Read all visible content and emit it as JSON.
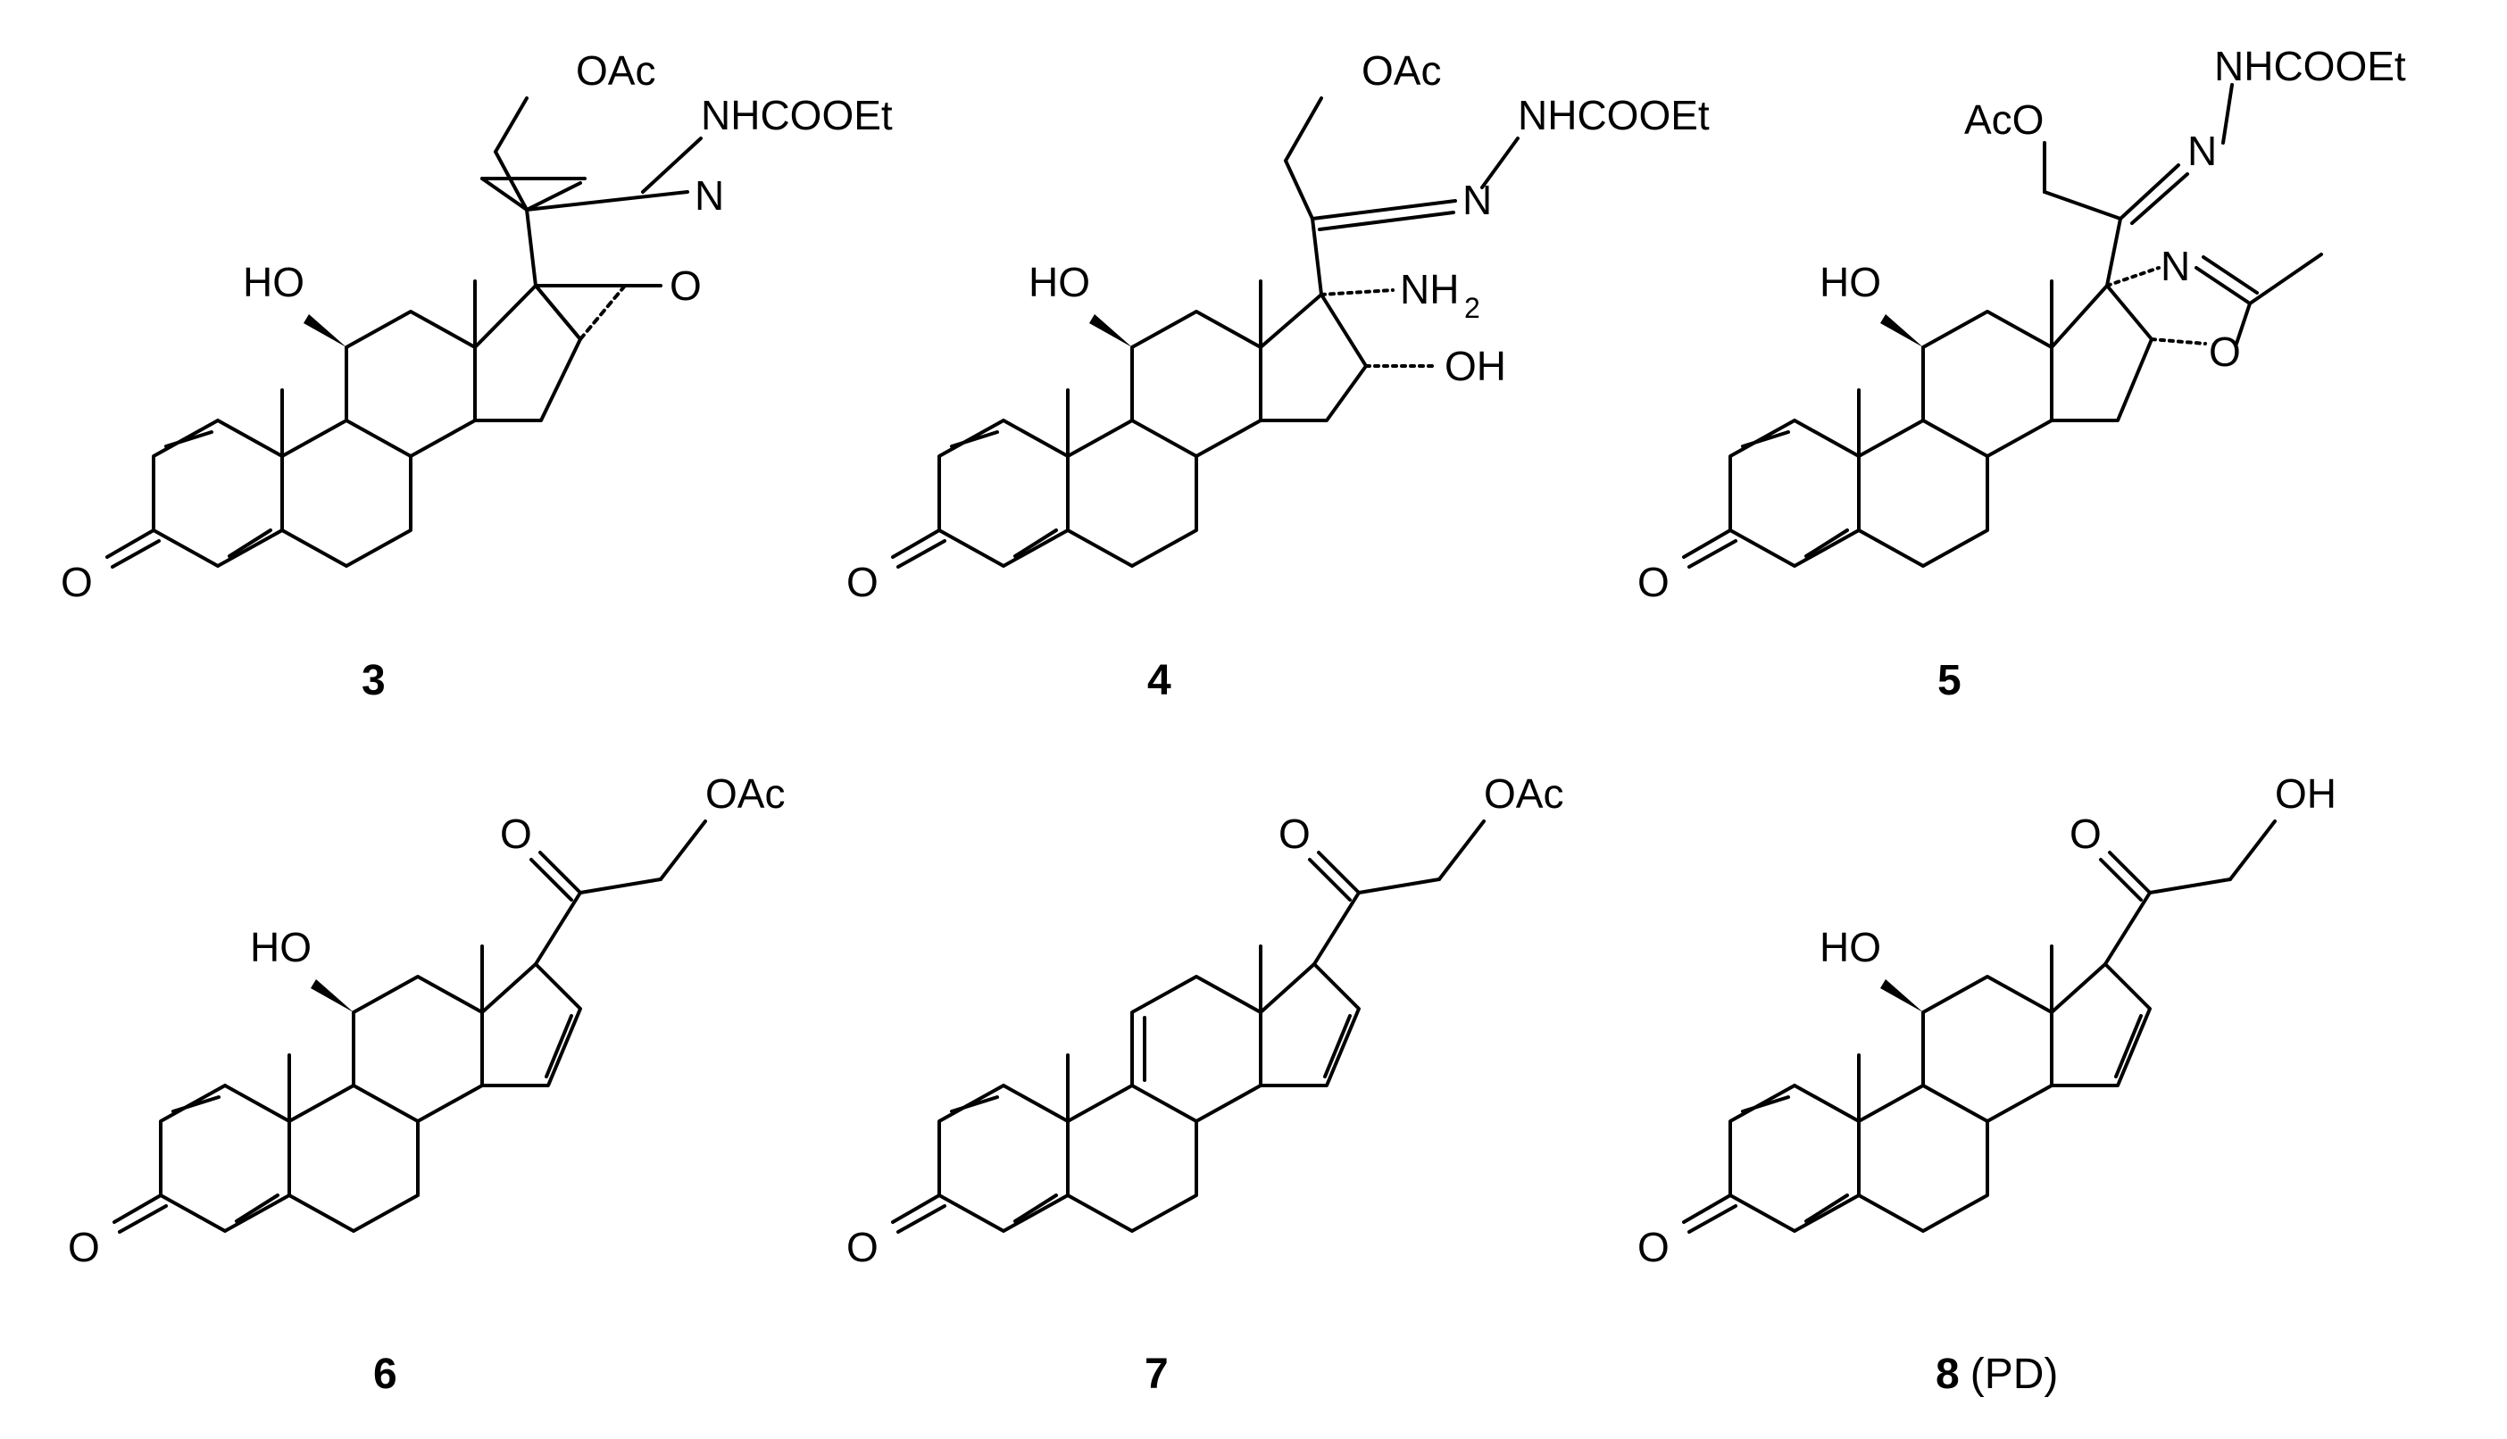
{
  "figure": {
    "compounds": [
      {
        "id": "3",
        "label": "3",
        "atom_labels": {
          "oac": "OAc",
          "hydrazone_nh": "NHCOOEt",
          "hydrazone_n": "N",
          "hydroxyl": "HO",
          "epoxide_o": "O",
          "ketone_o": "O"
        }
      },
      {
        "id": "4",
        "label": "4",
        "atom_labels": {
          "oac": "OAc",
          "hydrazone_nh": "NHCOOEt",
          "hydrazone_n": "N",
          "hydroxyl": "HO",
          "amine": "NH",
          "amine_subscript": "2",
          "hydroxyl_16": "OH",
          "ketone_o": "O"
        }
      },
      {
        "id": "5",
        "label": "5",
        "atom_labels": {
          "aco": "AcO",
          "hydrazone_nh": "NHCOOEt",
          "hydrazone_n": "N",
          "oxazoline_n": "N",
          "oxazoline_o": "O",
          "hydroxyl": "HO",
          "ketone_o": "O"
        }
      },
      {
        "id": "6",
        "label": "6",
        "atom_labels": {
          "oac": "OAc",
          "ketone_side_o": "O",
          "hydroxyl": "HO",
          "ketone_o": "O"
        }
      },
      {
        "id": "7",
        "label": "7",
        "atom_labels": {
          "oac": "OAc",
          "ketone_side_o": "O",
          "ketone_o": "O"
        }
      },
      {
        "id": "8",
        "label": "8",
        "label_suffix": "(PD)",
        "atom_labels": {
          "side_oh": "OH",
          "ketone_side_o": "O",
          "hydroxyl": "HO",
          "ketone_o": "O"
        }
      }
    ]
  }
}
